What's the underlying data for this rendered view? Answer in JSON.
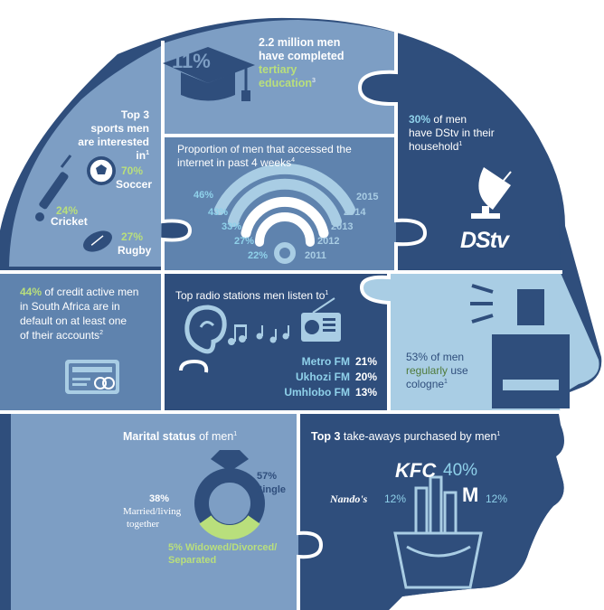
{
  "colors": {
    "navy": "#2f4e7c",
    "medium_blue": "#5f83ae",
    "light_blue": "#7d9ec4",
    "pale_blue": "#a9cde4",
    "lime": "#b9df7c",
    "sky": "#8fd1ea",
    "white": "#ffffff"
  },
  "education": {
    "percent": "11%",
    "headline": "2.2 million",
    "line1": "men",
    "line2": "have completed",
    "line3": "tertiary",
    "line4": "education",
    "footnote": "3"
  },
  "sports": {
    "title1": "Top 3",
    "title2": "sports men",
    "title3": "are interested in",
    "footnote": "1",
    "soccer_pct": "70%",
    "soccer_label": "Soccer",
    "cricket_pct": "24%",
    "cricket_label": "Cricket",
    "rugby_pct": "27%",
    "rugby_label": "Rugby"
  },
  "internet": {
    "title1": "Proportion of men that accessed the",
    "title2": "internet in past 4 weeks",
    "footnote": "4",
    "rows": [
      {
        "pct": "46%",
        "year": "2015"
      },
      {
        "pct": "43%",
        "year": "2014"
      },
      {
        "pct": "33%",
        "year": "2013"
      },
      {
        "pct": "27%",
        "year": "2012"
      },
      {
        "pct": "22%",
        "year": "2011"
      }
    ]
  },
  "dstv": {
    "percent": "30%",
    "line1": "of men",
    "line2": "have DStv in their",
    "line3": "household",
    "footnote": "1",
    "logo": "DStv"
  },
  "credit": {
    "percent": "44%",
    "line1": "of credit active men",
    "line2": "in South Africa are in",
    "line3": "default on at least one",
    "line4": "of their accounts",
    "footnote": "2"
  },
  "radio": {
    "title": "Top radio stations men listen to",
    "footnote": "1",
    "stations": [
      {
        "name": "Metro FM",
        "pct": "21%"
      },
      {
        "name": "Ukhozi FM",
        "pct": "20%"
      },
      {
        "name": "Umhlobo FM",
        "pct": "13%"
      }
    ]
  },
  "cologne": {
    "percent": "53%",
    "line1": "of men",
    "line2": "regularly",
    "line2b": "use",
    "line3": "cologne",
    "footnote": "1"
  },
  "marital": {
    "title_bold": "Marital status",
    "title_rest": "of men",
    "footnote": "1",
    "single_pct": "57%",
    "single_label": "Single",
    "married_pct": "38%",
    "married_label1": "Married/living",
    "married_label2": "together",
    "widowed_pct": "5%",
    "widowed_label1": "Widowed/Divorced/",
    "widowed_label2": "Separated"
  },
  "takeaways": {
    "title_bold": "Top 3",
    "title_rest": "take-aways purchased by men",
    "footnote": "1",
    "kfc_logo": "KFC",
    "kfc_pct": "40%",
    "nandos_logo": "Nando's",
    "nandos_pct": "12%",
    "mcd_logo": "M",
    "mcd_pct": "12%"
  }
}
